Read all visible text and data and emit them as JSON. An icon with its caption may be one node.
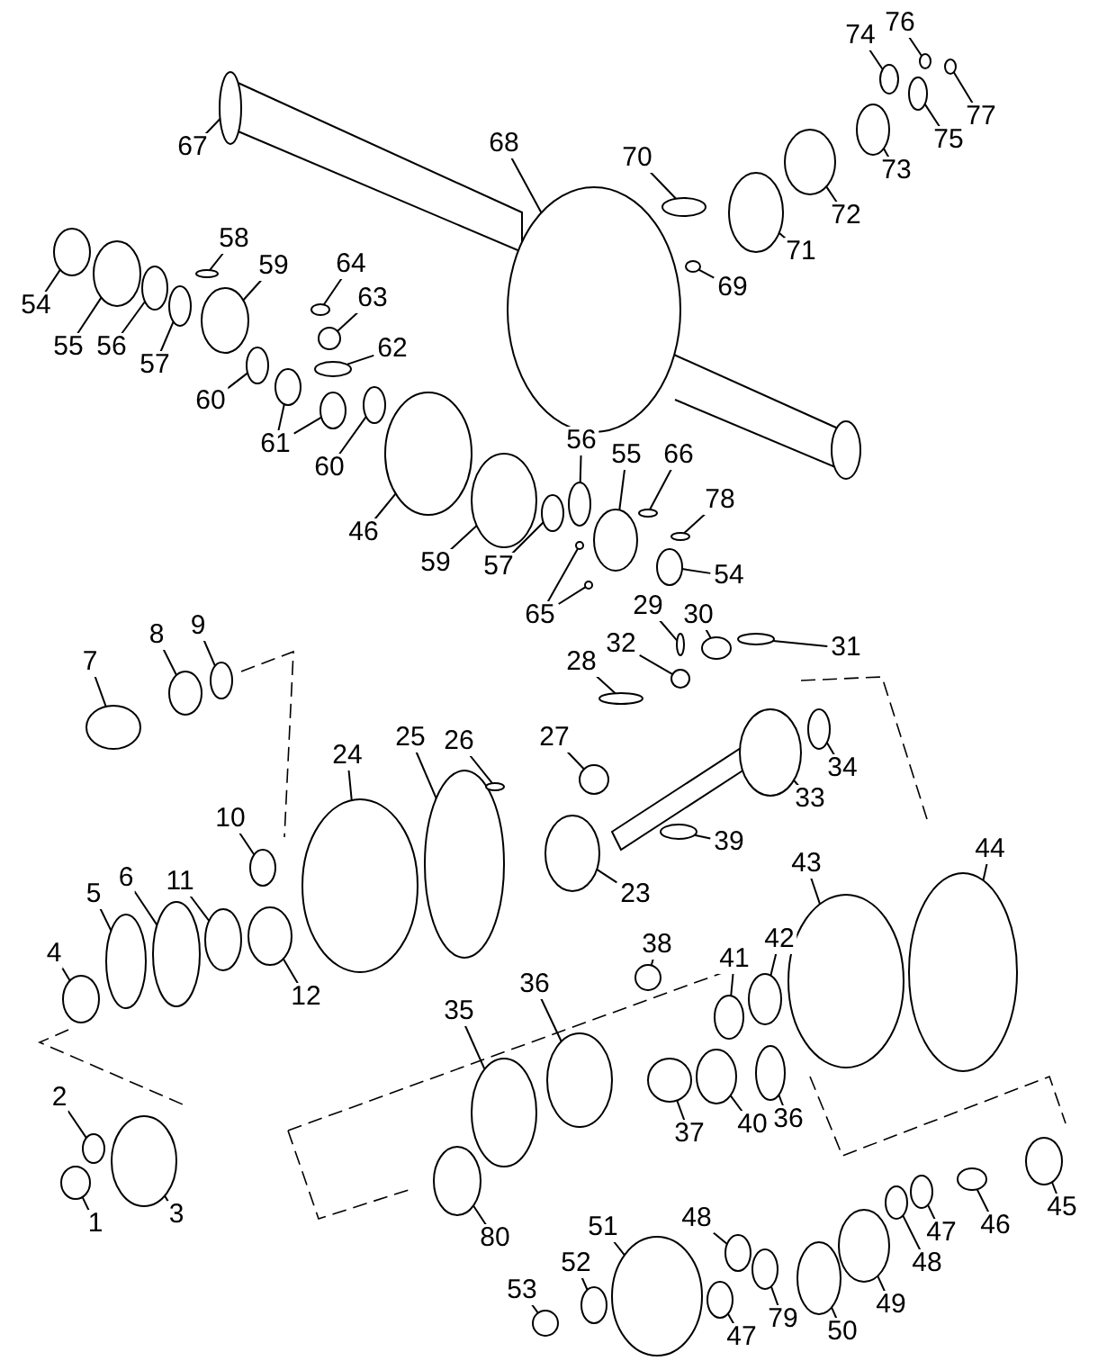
{
  "diagram": {
    "nodes": [
      {
        "text": [
          "74"
        ]
      },
      {
        "text": [
          "76"
        ]
      },
      {
        "text": [
          "77"
        ]
      },
      {
        "text": [
          "75"
        ]
      },
      {
        "text": [
          "67"
        ]
      },
      {
        "text": [
          "68"
        ]
      },
      {
        "text": [
          "70"
        ]
      },
      {
        "text": [
          "73"
        ]
      },
      {
        "text": [
          "72"
        ]
      },
      {
        "text": [
          "58"
        ]
      },
      {
        "text": [
          "71"
        ]
      },
      {
        "text": [
          "64"
        ]
      },
      {
        "text": [
          "59"
        ]
      },
      {
        "text": [
          "69"
        ]
      },
      {
        "text": [
          "63"
        ]
      },
      {
        "text": [
          "54"
        ]
      },
      {
        "text": [
          "55"
        ]
      },
      {
        "text": [
          "56"
        ]
      },
      {
        "text": [
          "62"
        ]
      },
      {
        "text": [
          "57"
        ]
      },
      {
        "text": [
          "60"
        ]
      },
      {
        "text": [
          "61"
        ]
      },
      {
        "text": [
          "56"
        ]
      },
      {
        "text": [
          "55"
        ]
      },
      {
        "text": [
          "66"
        ]
      },
      {
        "text": [
          "60"
        ]
      },
      {
        "text": [
          "78"
        ]
      },
      {
        "text": [
          "46"
        ]
      },
      {
        "text": [
          "59"
        ]
      },
      {
        "text": [
          "57"
        ]
      },
      {
        "text": [
          "54"
        ]
      },
      {
        "text": [
          "65"
        ]
      },
      {
        "text": [
          "29"
        ]
      },
      {
        "text": [
          "30"
        ]
      },
      {
        "text": [
          "9"
        ]
      },
      {
        "text": [
          "8"
        ]
      },
      {
        "text": [
          "32"
        ]
      },
      {
        "text": [
          "31"
        ]
      },
      {
        "text": [
          "7"
        ]
      },
      {
        "text": [
          "28"
        ]
      },
      {
        "text": [
          "27"
        ]
      },
      {
        "text": [
          "25"
        ]
      },
      {
        "text": [
          "26"
        ]
      },
      {
        "text": [
          "24"
        ]
      },
      {
        "text": [
          "34"
        ]
      },
      {
        "text": [
          "33"
        ]
      },
      {
        "text": [
          "10"
        ]
      },
      {
        "text": [
          "39"
        ]
      },
      {
        "text": [
          "44"
        ]
      },
      {
        "text": [
          "43"
        ]
      },
      {
        "text": [
          "6"
        ]
      },
      {
        "text": [
          "11"
        ]
      },
      {
        "text": [
          "23"
        ]
      },
      {
        "text": [
          "5"
        ]
      },
      {
        "text": [
          "42"
        ]
      },
      {
        "text": [
          "38"
        ]
      },
      {
        "text": [
          "4"
        ]
      },
      {
        "text": [
          "41"
        ]
      },
      {
        "text": [
          "36"
        ]
      },
      {
        "text": [
          "12"
        ]
      },
      {
        "text": [
          "35"
        ]
      },
      {
        "text": [
          "2"
        ]
      },
      {
        "text": [
          "36"
        ]
      },
      {
        "text": [
          "40"
        ]
      },
      {
        "text": [
          "37"
        ]
      },
      {
        "text": [
          "45"
        ]
      },
      {
        "text": [
          "1"
        ]
      },
      {
        "text": [
          "3"
        ]
      },
      {
        "text": [
          "48"
        ]
      },
      {
        "text": [
          "46"
        ]
      },
      {
        "text": [
          "51"
        ]
      },
      {
        "text": [
          "47"
        ]
      },
      {
        "text": [
          "80"
        ]
      },
      {
        "text": [
          "48"
        ]
      },
      {
        "text": [
          "52"
        ]
      },
      {
        "text": [
          "53"
        ]
      },
      {
        "text": [
          "49"
        ]
      },
      {
        "text": [
          "79"
        ]
      },
      {
        "text": [
          "50"
        ]
      },
      {
        "text": [
          "47"
        ]
      },
      {
        "text": [],
        "shape": "circle"
      },
      {
        "text": [],
        "shape": "circle"
      },
      {
        "text": [],
        "shape": "circle"
      },
      {
        "text": [],
        "shape": "circle"
      },
      {
        "text": [],
        "shape": "circle"
      },
      {
        "text": [],
        "shape": "circle"
      },
      {
        "text": [],
        "shape": "circle"
      },
      {
        "text": [],
        "shape": "circle"
      },
      {
        "text": [],
        "shape": "circle"
      },
      {
        "text": [],
        "shape": "circle"
      },
      {
        "text": [],
        "shape": "circle"
      },
      {
        "text": [],
        "shape": "circle"
      },
      {
        "text": [],
        "shape": "circle"
      },
      {
        "text": [],
        "shape": "circle"
      },
      {
        "text": [],
        "shape": "circle"
      },
      {
        "text": [],
        "shape": "circle"
      },
      {
        "text": [],
        "shape": "circle"
      },
      {
        "text": [],
        "shape": "circle"
      },
      {
        "text": [],
        "shape": "circle"
      },
      {
        "text": [],
        "shape": "circle"
      },
      {
        "text": [],
        "shape": "circle"
      },
      {
        "text": [],
        "shape": "circle"
      },
      {
        "text": [],
        "shape": "circle"
      },
      {
        "text": [],
        "shape": "circle"
      },
      {
        "text": [],
        "shape": "circle"
      },
      {
        "text": [],
        "shape": "circle"
      },
      {
        "text": [],
        "shape": "circle"
      },
      {
        "text": [],
        "shape": "circle"
      },
      {
        "text": [],
        "shape": "circle"
      },
      {
        "text": [],
        "shape": "circle"
      },
      {
        "text": [],
        "shape": "circle"
      },
      {
        "text": [],
        "shape": "circle"
      },
      {
        "text": [],
        "shape": "circle"
      },
      {
        "text": [],
        "shape": "circle"
      },
      {
        "text": [],
        "shape": "circle"
      },
      {
        "text": [],
        "shape": "circle"
      },
      {
        "text": [],
        "shape": "circle"
      },
      {
        "text": [],
        "shape": "circle"
      },
      {
        "text": [],
        "shape": "circle"
      },
      {
        "text": [],
        "shape": "circle"
      },
      {
        "text": [],
        "shape": "circle"
      },
      {
        "text": [],
        "shape": "circle"
      },
      {
        "text": [],
        "shape": "circle"
      },
      {
        "text": [],
        "shape": "circle"
      },
      {
        "text": [],
        "shape": "circle"
      },
      {
        "text": [],
        "shape": "circle"
      },
      {
        "text": [],
        "shape": "circle"
      },
      {
        "text": [],
        "shape": "circle"
      },
      {
        "text": [],
        "shape": "circle"
      },
      {
        "text": [],
        "shape": "circle"
      },
      {
        "text": [],
        "shape": "circle"
      },
      {
        "text": [],
        "shape": "circle"
      },
      {
        "text": [],
        "shape": "circle"
      },
      {
        "text": [],
        "shape": "circle"
      },
      {
        "text": [],
        "shape": "circle"
      },
      {
        "text": [],
        "shape": "circle"
      },
      {
        "text": [],
        "shape": "circle"
      },
      {
        "text": [],
        "shape": "circle"
      },
      {
        "text": [],
        "shape": "circle"
      },
      {
        "text": [],
        "shape": "circle"
      },
      {
        "text": [],
        "shape": "circle"
      },
      {
        "text": [],
        "shape": "circle"
      },
      {
        "text": [],
        "shape": "circle"
      },
      {
        "text": [],
        "shape": "circle"
      },
      {
        "text": [],
        "shape": "circle"
      },
      {
        "text": [],
        "shape": "circle"
      },
      {
        "text": [],
        "shape": "circle"
      },
      {
        "text": [],
        "shape": "circle"
      },
      {
        "text": [],
        "shape": "circle"
      },
      {
        "text": [],
        "shape": "circle"
      },
      {
        "text": [],
        "shape": "circle"
      },
      {
        "text": [],
        "shape": "circle"
      },
      {
        "text": [],
        "shape": "circle"
      },
      {
        "text": [],
        "shape": "circle"
      },
      {
        "text": [],
        "shape": "circle"
      },
      {
        "text": [],
        "shape": "circle"
      },
      {
        "text": [],
        "shape": "circle"
      },
      {
        "text": [],
        "shape": "circle"
      },
      {
        "text": [],
        "shape": "circle"
      },
      {
        "text": [],
        "shape": "circle"
      },
      {
        "text": [],
        "shape": "circle"
      },
      {
        "text": [],
        "shape": "circle"
      }
    ],
    "edges": [
      {
        "from": 0,
        "to": 80,
        "arrow": "none"
      },
      {
        "from": 1,
        "to": 81,
        "arrow": "none"
      },
      {
        "from": 2,
        "to": 82,
        "arrow": "none"
      },
      {
        "from": 3,
        "to": 83,
        "arrow": "none"
      },
      {
        "from": 4,
        "to": 84,
        "arrow": "none"
      },
      {
        "from": 5,
        "to": 85,
        "arrow": "none"
      },
      {
        "from": 6,
        "to": 86,
        "arrow": "none"
      },
      {
        "from": 7,
        "to": 87,
        "arrow": "none"
      },
      {
        "from": 8,
        "to": 88,
        "arrow": "none"
      },
      {
        "from": 9,
        "to": 89,
        "arrow": "none"
      },
      {
        "from": 10,
        "to": 90,
        "arrow": "none"
      },
      {
        "from": 11,
        "to": 91,
        "arrow": "none"
      },
      {
        "from": 12,
        "to": 92,
        "arrow": "none"
      },
      {
        "from": 13,
        "to": 93,
        "arrow": "none"
      },
      {
        "from": 14,
        "to": 94,
        "arrow": "none"
      },
      {
        "from": 15,
        "to": 95,
        "arrow": "none"
      },
      {
        "from": 16,
        "to": 96,
        "arrow": "none"
      },
      {
        "from": 17,
        "to": 97,
        "arrow": "none"
      },
      {
        "from": 18,
        "to": 98,
        "arrow": "none"
      },
      {
        "from": 19,
        "to": 99,
        "arrow": "none"
      },
      {
        "from": 20,
        "to": 100,
        "arrow": "none"
      },
      {
        "from": 21,
        "to": 101,
        "arrow": "none"
      },
      {
        "from": 21,
        "to": 102,
        "arrow": "none"
      },
      {
        "from": 22,
        "to": 103,
        "arrow": "none"
      },
      {
        "from": 23,
        "to": 104,
        "arrow": "none"
      },
      {
        "from": 24,
        "to": 105,
        "arrow": "none"
      },
      {
        "from": 25,
        "to": 106,
        "arrow": "none"
      },
      {
        "from": 26,
        "to": 107,
        "arrow": "none"
      },
      {
        "from": 27,
        "to": 108,
        "arrow": "none"
      },
      {
        "from": 28,
        "to": 109,
        "arrow": "none"
      },
      {
        "from": 29,
        "to": 110,
        "arrow": "none"
      },
      {
        "from": 30,
        "to": 111,
        "arrow": "none"
      },
      {
        "from": 31,
        "to": 112,
        "arrow": "none"
      },
      {
        "from": 31,
        "to": 113,
        "arrow": "none"
      },
      {
        "from": 32,
        "to": 114,
        "arrow": "none"
      },
      {
        "from": 33,
        "to": 115,
        "arrow": "none"
      },
      {
        "from": 34,
        "to": 116,
        "arrow": "none"
      },
      {
        "from": 35,
        "to": 117,
        "arrow": "none"
      },
      {
        "from": 36,
        "to": 118,
        "arrow": "none"
      },
      {
        "from": 37,
        "to": 119,
        "arrow": "none"
      },
      {
        "from": 38,
        "to": 120,
        "arrow": "none"
      },
      {
        "from": 39,
        "to": 121,
        "arrow": "none"
      },
      {
        "from": 40,
        "to": 122,
        "arrow": "none"
      },
      {
        "from": 41,
        "to": 123,
        "arrow": "none"
      },
      {
        "from": 42,
        "to": 124,
        "arrow": "none"
      },
      {
        "from": 43,
        "to": 125,
        "arrow": "none"
      },
      {
        "from": 44,
        "to": 126,
        "arrow": "none"
      },
      {
        "from": 45,
        "to": 127,
        "arrow": "none"
      },
      {
        "from": 46,
        "to": 128,
        "arrow": "none"
      },
      {
        "from": 47,
        "to": 129,
        "arrow": "none"
      },
      {
        "from": 48,
        "to": 130,
        "arrow": "none"
      },
      {
        "from": 49,
        "to": 131,
        "arrow": "none"
      },
      {
        "from": 50,
        "to": 132,
        "arrow": "none"
      },
      {
        "from": 51,
        "to": 133,
        "arrow": "none"
      },
      {
        "from": 52,
        "to": 134,
        "arrow": "none"
      },
      {
        "from": 53,
        "to": 135,
        "arrow": "none"
      },
      {
        "from": 54,
        "to": 136,
        "arrow": "none"
      },
      {
        "from": 55,
        "to": 137,
        "arrow": "none"
      },
      {
        "from": 56,
        "to": 138,
        "arrow": "none"
      },
      {
        "from": 57,
        "to": 139,
        "arrow": "none"
      },
      {
        "from": 58,
        "to": 140,
        "arrow": "none"
      },
      {
        "from": 59,
        "to": 141,
        "arrow": "none"
      },
      {
        "from": 60,
        "to": 142,
        "arrow": "none"
      },
      {
        "from": 61,
        "to": 143,
        "arrow": "none"
      },
      {
        "from": 62,
        "to": 144,
        "arrow": "none"
      },
      {
        "from": 63,
        "to": 145,
        "arrow": "none"
      },
      {
        "from": 64,
        "to": 146,
        "arrow": "none"
      },
      {
        "from": 65,
        "to": 147,
        "arrow": "none"
      },
      {
        "from": 66,
        "to": 148,
        "arrow": "none"
      },
      {
        "from": 67,
        "to": 149,
        "arrow": "none"
      },
      {
        "from": 68,
        "to": 150,
        "arrow": "none"
      },
      {
        "from": 69,
        "to": 151,
        "arrow": "none"
      },
      {
        "from": 70,
        "to": 152,
        "arrow": "none"
      },
      {
        "from": 71,
        "to": 153,
        "arrow": "none"
      },
      {
        "from": 72,
        "to": 154,
        "arrow": "none"
      },
      {
        "from": 73,
        "to": 155,
        "arrow": "none"
      },
      {
        "from": 74,
        "to": 156,
        "arrow": "none"
      },
      {
        "from": 75,
        "to": 157,
        "arrow": "none"
      },
      {
        "from": 76,
        "to": 158,
        "arrow": "none"
      },
      {
        "from": 77,
        "to": 159,
        "arrow": "none"
      },
      {
        "from": 78,
        "to": 160,
        "arrow": "none"
      },
      {
        "from": 79,
        "to": 161,
        "arrow": "none"
      }
    ]
  }
}
